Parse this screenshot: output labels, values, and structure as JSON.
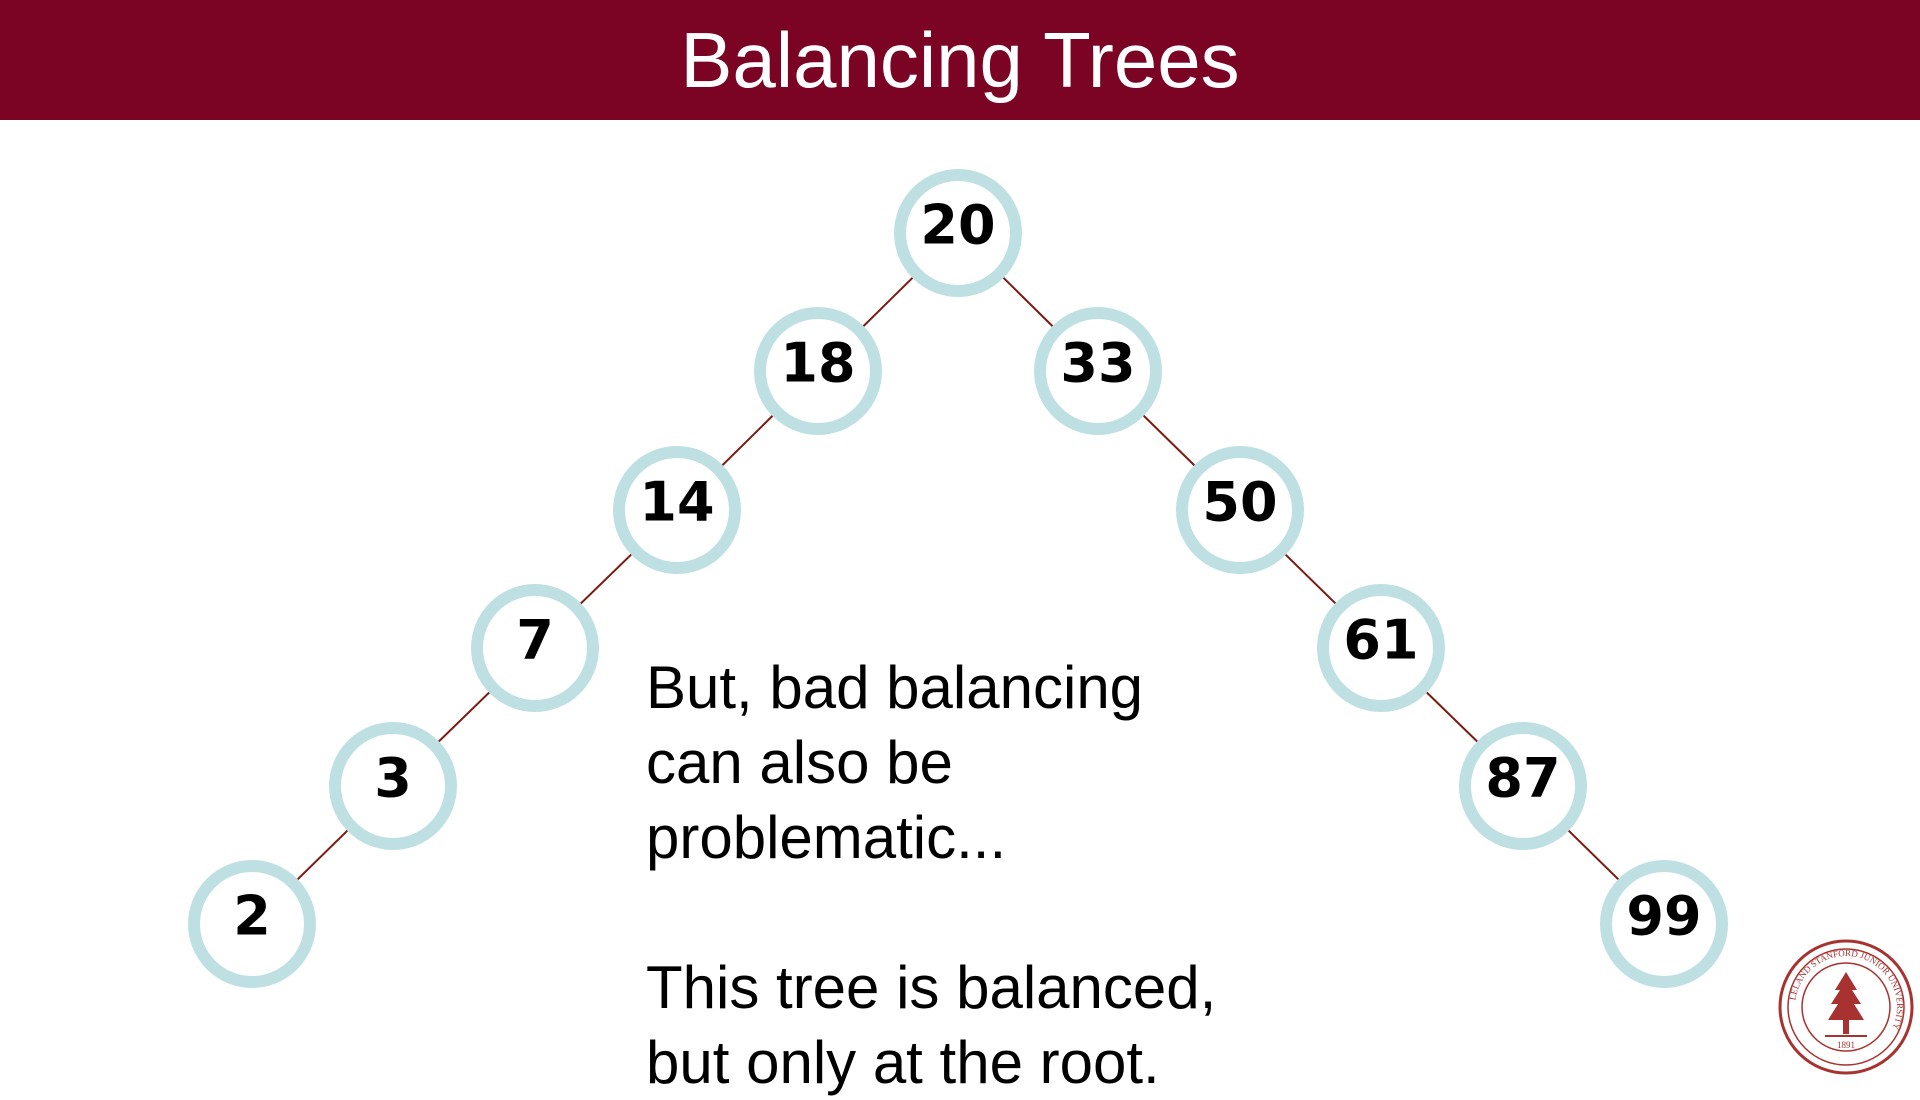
{
  "slide": {
    "title": "Balancing Trees",
    "caption": {
      "paragraph1": [
        "But, bad balancing",
        "can also be",
        "problematic..."
      ],
      "paragraph2": [
        "This tree is balanced,",
        "but only at the root."
      ]
    }
  },
  "tree": {
    "nodes": [
      {
        "id": "n20",
        "label": "20"
      },
      {
        "id": "n18",
        "label": "18"
      },
      {
        "id": "n14",
        "label": "14"
      },
      {
        "id": "n7",
        "label": "7"
      },
      {
        "id": "n3",
        "label": "3"
      },
      {
        "id": "n2",
        "label": "2"
      },
      {
        "id": "n33",
        "label": "33"
      },
      {
        "id": "n50",
        "label": "50"
      },
      {
        "id": "n61",
        "label": "61"
      },
      {
        "id": "n87",
        "label": "87"
      },
      {
        "id": "n99",
        "label": "99"
      }
    ],
    "edges": [
      [
        "n20",
        "n18"
      ],
      [
        "n18",
        "n14"
      ],
      [
        "n14",
        "n7"
      ],
      [
        "n7",
        "n3"
      ],
      [
        "n3",
        "n2"
      ],
      [
        "n20",
        "n33"
      ],
      [
        "n33",
        "n50"
      ],
      [
        "n50",
        "n61"
      ],
      [
        "n61",
        "n87"
      ],
      [
        "n87",
        "n99"
      ]
    ]
  },
  "colors": {
    "header_bg": "#7b0324",
    "node_ring": "#bfe0e3",
    "edge": "#7b1a10",
    "seal": "#a8322f"
  },
  "seal": {
    "icon": "university-seal-icon",
    "ring_text": "LELAND STANFORD JUNIOR UNIVERSITY",
    "year": "1891"
  }
}
